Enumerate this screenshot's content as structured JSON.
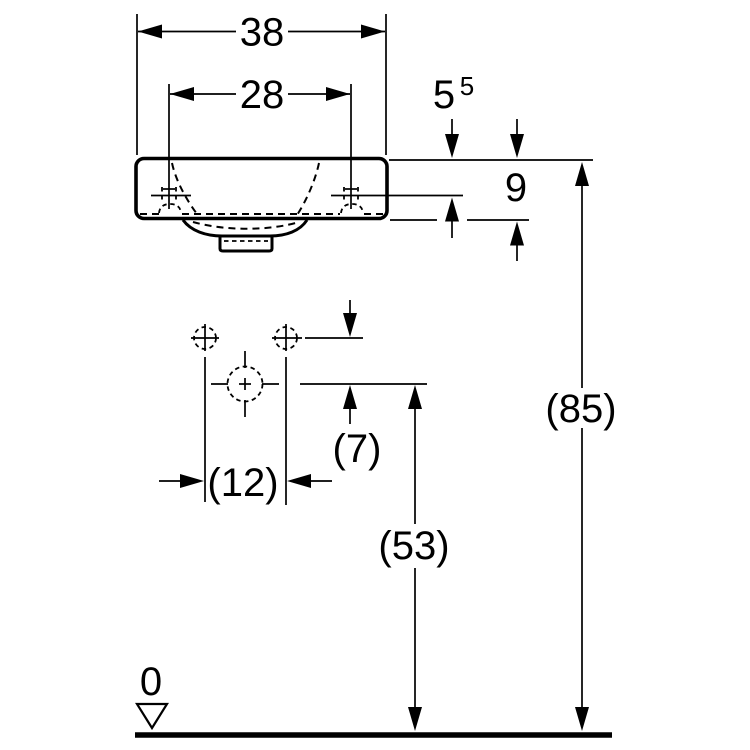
{
  "meta": {
    "background_color": "#ffffff",
    "line_color": "#000000",
    "drawing_type": "washbasin technical dimension drawing"
  },
  "labels": {
    "overall_width": "38",
    "tap_hole_spacing": "28",
    "tap_height_main": "5",
    "tap_height_sup": "5",
    "rim_depth": "9",
    "overall_height": "(85)",
    "hole_row_offset": "(7)",
    "hole_spacing": "(12)",
    "outlet_height": "(53)",
    "datum_zero": "0"
  }
}
